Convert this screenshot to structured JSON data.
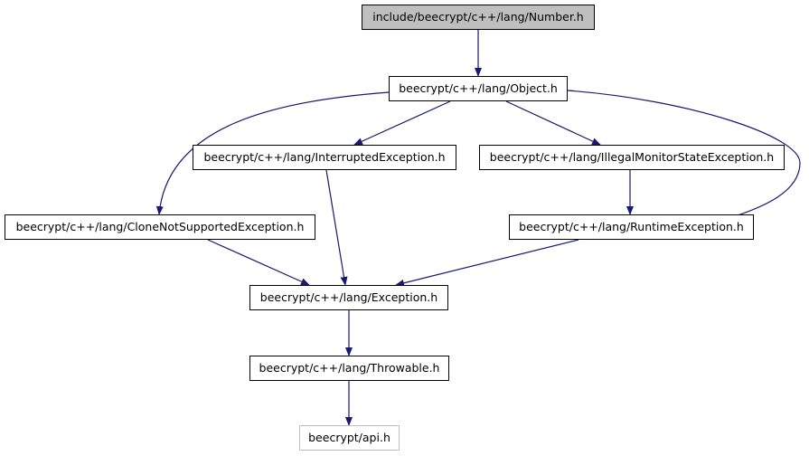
{
  "diagram": {
    "colors": {
      "edge": "#191970",
      "root_fill": "#bfbfbf",
      "node_border": "#000000",
      "external_border": "#bfbfbf"
    },
    "nodes": {
      "number": "include/beecrypt/c++/lang/Number.h",
      "object": "beecrypt/c++/lang/Object.h",
      "interrupted": "beecrypt/c++/lang/InterruptedException.h",
      "illegal_monitor": "beecrypt/c++/lang/IllegalMonitorStateException.h",
      "clone_not_supported": "beecrypt/c++/lang/CloneNotSupportedException.h",
      "runtime": "beecrypt/c++/lang/RuntimeException.h",
      "exception": "beecrypt/c++/lang/Exception.h",
      "throwable": "beecrypt/c++/lang/Throwable.h",
      "api": "beecrypt/api.h"
    },
    "edges": [
      {
        "from": "number",
        "to": "object"
      },
      {
        "from": "object",
        "to": "clone_not_supported"
      },
      {
        "from": "object",
        "to": "interrupted"
      },
      {
        "from": "object",
        "to": "illegal_monitor"
      },
      {
        "from": "object",
        "to": "runtime"
      },
      {
        "from": "illegal_monitor",
        "to": "runtime"
      },
      {
        "from": "clone_not_supported",
        "to": "exception"
      },
      {
        "from": "interrupted",
        "to": "exception"
      },
      {
        "from": "runtime",
        "to": "exception"
      },
      {
        "from": "exception",
        "to": "throwable"
      },
      {
        "from": "throwable",
        "to": "api"
      }
    ]
  }
}
